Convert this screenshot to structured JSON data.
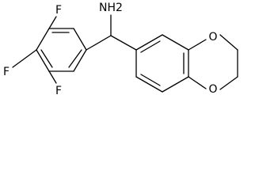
{
  "molecule": {
    "atoms": {
      "amine": "NH2",
      "fluorine": "F",
      "oxygen": "O"
    },
    "colors": {
      "background": "#ffffff",
      "ink": "#000000"
    }
  }
}
